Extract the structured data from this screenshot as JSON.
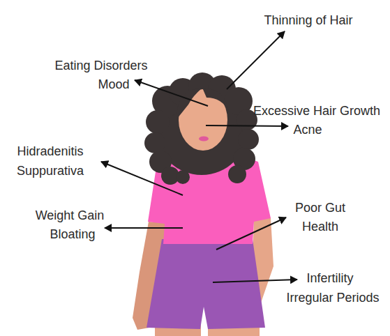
{
  "diagram": {
    "labels": [
      "Thinning of Hair",
      "Eating Disorders",
      "Mood",
      "Excessive Hair Growth",
      "Acne",
      "Hidradenitis Suppurativa",
      "Weight Gain",
      "Bloating",
      "Poor Gut Health",
      "Infertility",
      "Irregular Periods"
    ]
  }
}
